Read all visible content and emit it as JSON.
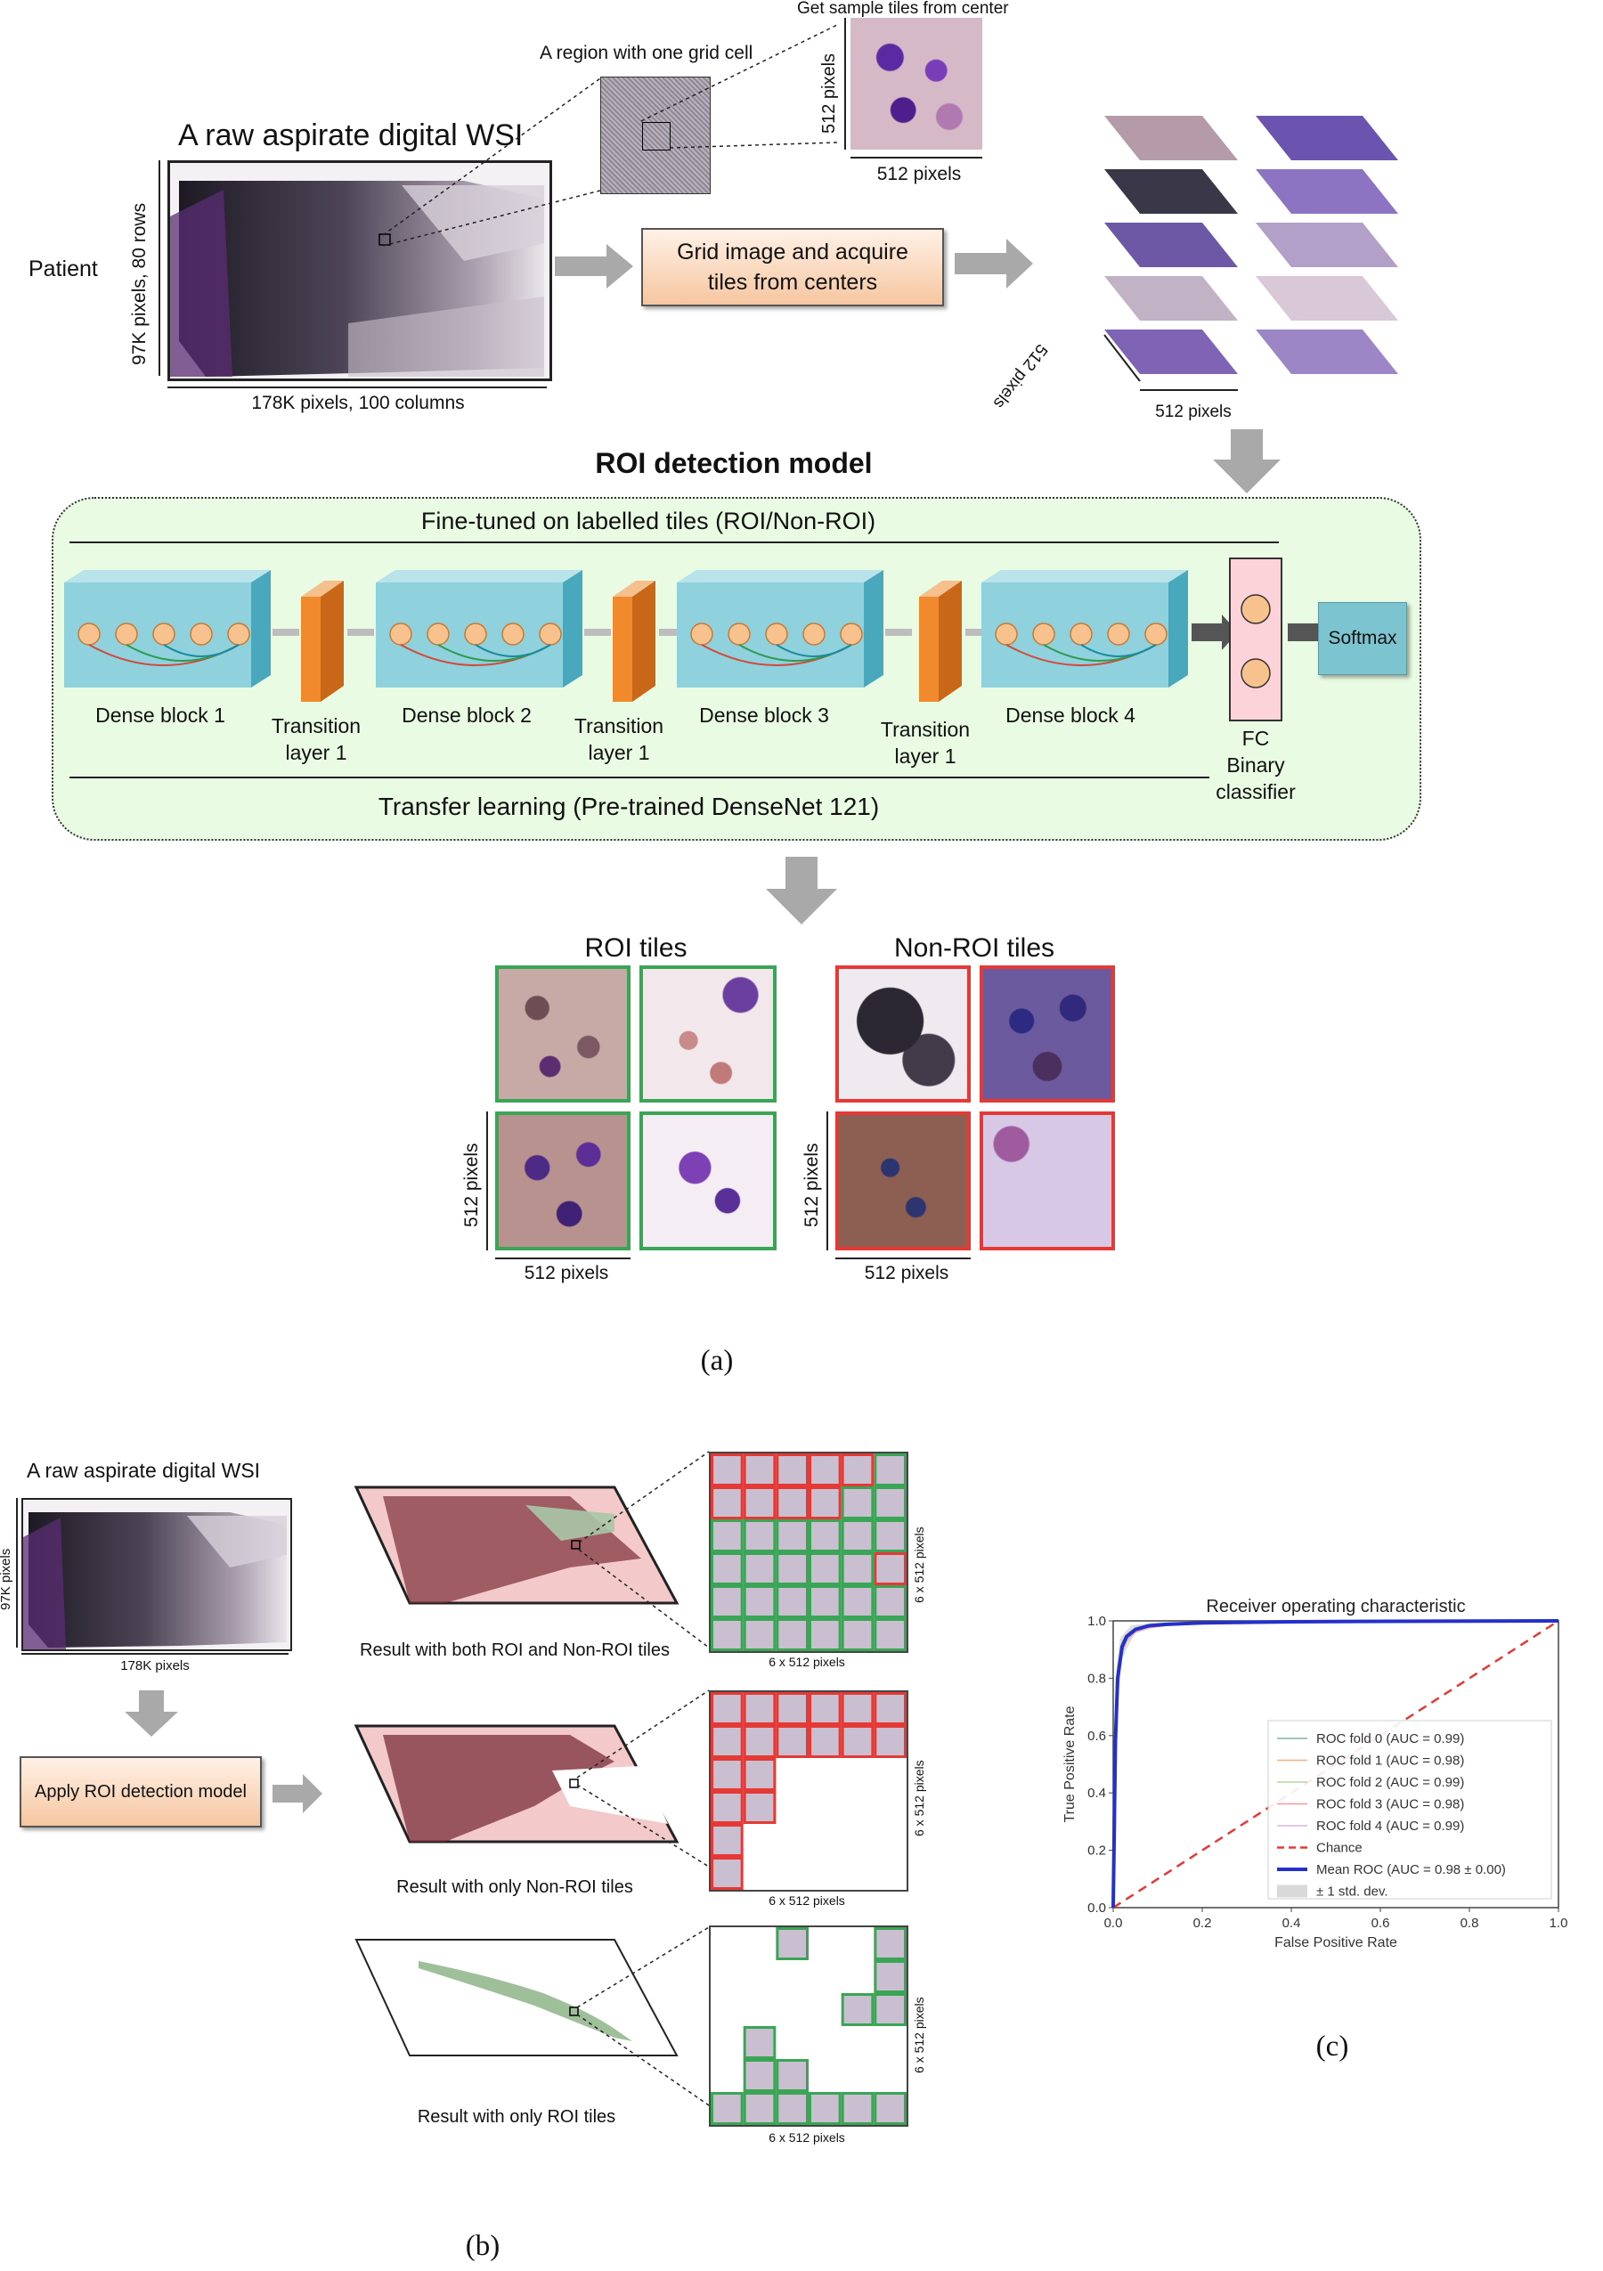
{
  "panel_a": {
    "title_wsi": "A raw aspirate digital WSI",
    "patient_label": "Patient",
    "wsi_height_label": "97K pixels, 80 rows",
    "wsi_width_label": "178K pixels, 100 columns",
    "region_label": "A region with one grid cell",
    "sample_label": "Get sample tiles from center",
    "pixels_512": "512 pixels",
    "grid_box_line1": "Grid image and acquire",
    "grid_box_line2": "tiles from centers",
    "model_title": "ROI detection model",
    "finetuned_label": "Fine-tuned on labelled tiles (ROI/Non-ROI)",
    "transfer_label": "Transfer learning (Pre-trained DenseNet 121)",
    "blocks": [
      "Dense block 1",
      "Dense block 2",
      "Dense block 3",
      "Dense block 4"
    ],
    "transition_line1": "Transition",
    "transition_line2": "layer 1",
    "fc_line1": "FC",
    "fc_line2": "Binary",
    "fc_line3": "classifier",
    "softmax": "Softmax",
    "roi_tiles": "ROI tiles",
    "non_roi_tiles": "Non-ROI tiles",
    "caption": "(a)"
  },
  "panel_b": {
    "title_wsi": "A raw aspirate digital WSI",
    "height_label": "97K pixels",
    "width_label": "178K pixels",
    "apply_box": "Apply ROI detection model",
    "result_both": "Result with both ROI and Non-ROI tiles",
    "result_nonroi": "Result with only Non-ROI tiles",
    "result_roi": "Result with only ROI tiles",
    "grid_label": "6 x 512 pixels",
    "caption": "(b)"
  },
  "colors": {
    "roi_green": "#3aa655",
    "nonroi_red": "#e53935",
    "panel_green": "#e9fbe3",
    "dense_blue": "#8fd2de",
    "transition_orange": "#f08a2c",
    "fc_pink": "#fcd3d8"
  },
  "chart_data": {
    "type": "line",
    "title": "Receiver operating characteristic",
    "xlabel": "False Positive Rate",
    "ylabel": "True Positive Rate",
    "xlim": [
      0.0,
      1.0
    ],
    "ylim": [
      0.0,
      1.0
    ],
    "xticks": [
      "0.0",
      "0.2",
      "0.4",
      "0.6",
      "0.8",
      "1.0"
    ],
    "yticks": [
      "0.0",
      "0.2",
      "0.4",
      "0.6",
      "0.8",
      "1.0"
    ],
    "grid": false,
    "legend_position": "lower-right",
    "series": [
      {
        "name": "ROC fold 0 (AUC = 0.99)",
        "color": "#7fb3a5",
        "style": "thin",
        "x": [
          0.0,
          0.005,
          0.01,
          0.02,
          0.03,
          0.05,
          0.08,
          0.12,
          0.2,
          0.4,
          0.7,
          1.0
        ],
        "y": [
          0.0,
          0.6,
          0.82,
          0.92,
          0.95,
          0.975,
          0.985,
          0.99,
          0.995,
          0.998,
          0.999,
          1.0
        ]
      },
      {
        "name": "ROC fold 1 (AUC = 0.98)",
        "color": "#f2b27a",
        "style": "thin",
        "x": [
          0.0,
          0.005,
          0.01,
          0.02,
          0.03,
          0.05,
          0.08,
          0.12,
          0.2,
          0.4,
          0.7,
          1.0
        ],
        "y": [
          0.0,
          0.55,
          0.78,
          0.9,
          0.94,
          0.965,
          0.98,
          0.986,
          0.992,
          0.996,
          0.998,
          1.0
        ]
      },
      {
        "name": "ROC fold 2 (AUC = 0.99)",
        "color": "#b8d4a0",
        "style": "thin",
        "x": [
          0.0,
          0.005,
          0.01,
          0.02,
          0.03,
          0.05,
          0.08,
          0.12,
          0.2,
          0.4,
          0.7,
          1.0
        ],
        "y": [
          0.0,
          0.62,
          0.84,
          0.93,
          0.955,
          0.978,
          0.987,
          0.991,
          0.995,
          0.998,
          0.999,
          1.0
        ]
      },
      {
        "name": "ROC fold 3 (AUC = 0.98)",
        "color": "#f29a9a",
        "style": "thin",
        "x": [
          0.0,
          0.005,
          0.01,
          0.02,
          0.03,
          0.05,
          0.08,
          0.12,
          0.2,
          0.4,
          0.7,
          1.0
        ],
        "y": [
          0.0,
          0.5,
          0.76,
          0.89,
          0.93,
          0.96,
          0.975,
          0.984,
          0.99,
          0.995,
          0.998,
          1.0
        ]
      },
      {
        "name": "ROC fold 4 (AUC = 0.99)",
        "color": "#d7b6dd",
        "style": "thin",
        "x": [
          0.0,
          0.005,
          0.01,
          0.02,
          0.03,
          0.05,
          0.08,
          0.12,
          0.2,
          0.4,
          0.7,
          1.0
        ],
        "y": [
          0.0,
          0.6,
          0.83,
          0.925,
          0.952,
          0.975,
          0.986,
          0.99,
          0.994,
          0.997,
          0.999,
          1.0
        ]
      },
      {
        "name": "Chance",
        "color": "#e53935",
        "style": "dashed",
        "x": [
          0.0,
          1.0
        ],
        "y": [
          0.0,
          1.0
        ]
      },
      {
        "name": "Mean ROC (AUC = 0.98 ± 0.00)",
        "color": "#2430c9",
        "style": "thick",
        "x": [
          0.0,
          0.005,
          0.01,
          0.02,
          0.03,
          0.05,
          0.08,
          0.12,
          0.2,
          0.4,
          0.7,
          1.0
        ],
        "y": [
          0.0,
          0.58,
          0.8,
          0.91,
          0.945,
          0.97,
          0.983,
          0.988,
          0.993,
          0.997,
          0.999,
          1.0
        ]
      }
    ],
    "band_label": "± 1 std. dev.",
    "caption": "(c)"
  }
}
